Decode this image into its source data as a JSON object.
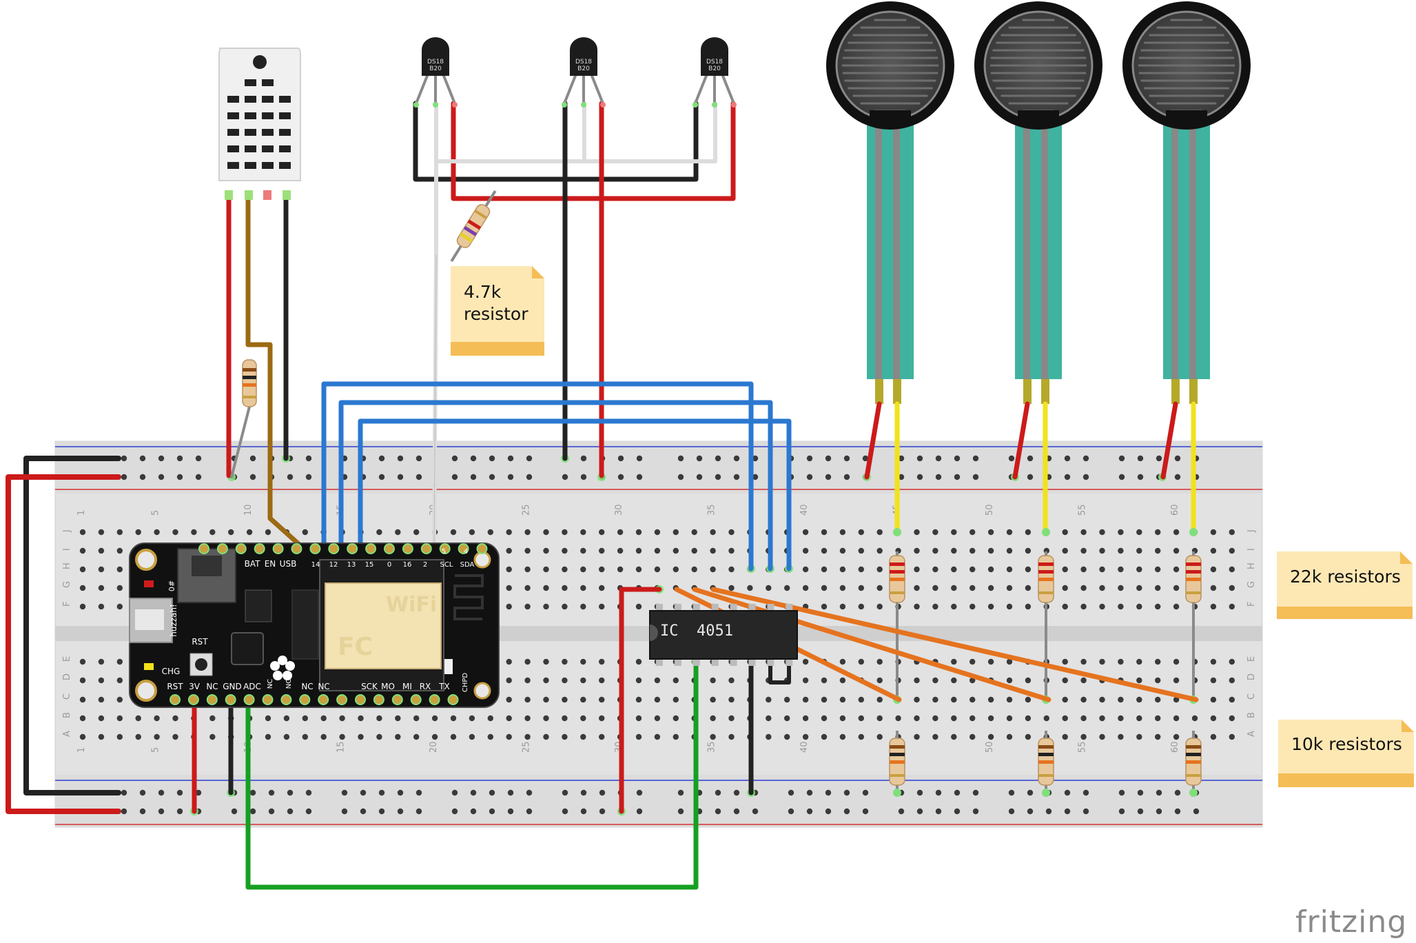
{
  "app": {
    "brand": "fritzing"
  },
  "labels": {
    "resistor_4k7_line1": "4.7k",
    "resistor_4k7_line2": "resistor",
    "resistors_22k": "22k resistors",
    "resistors_10k": "10k resistors"
  },
  "ic": {
    "name": "IC  4051"
  },
  "sensors": {
    "ds18b20_line1": "DS18",
    "ds18b20_line2": "B20"
  },
  "board": {
    "pins_top": [
      "BAT",
      "EN",
      "USB",
      "14",
      "12",
      "13",
      "15",
      "0",
      "16",
      "2",
      "SCL",
      "SDA"
    ],
    "pins_bottom": [
      "RST",
      "3V",
      "NC",
      "GND",
      "ADC",
      "NC",
      "NC",
      "NC",
      "NC",
      "SCK",
      "MO",
      "MI",
      "RX",
      "TX",
      "CHPD"
    ],
    "side_labels": [
      "#0",
      "huzzah!",
      "RST",
      "CHG"
    ],
    "pin_5": "5",
    "pin_4": "4"
  },
  "breadboard": {
    "col_numbers": [
      "1",
      "5",
      "10",
      "15",
      "20",
      "25",
      "30",
      "35",
      "40",
      "45",
      "50",
      "55",
      "60"
    ],
    "row_letters_top": [
      "J",
      "I",
      "H",
      "G",
      "F"
    ],
    "row_letters_bottom": [
      "E",
      "D",
      "C",
      "B",
      "A"
    ]
  },
  "colors": {
    "wire_red": "#cc1a1a",
    "wire_black": "#222222",
    "wire_blue": "#2b78d0",
    "wire_green": "#16a022",
    "wire_orange": "#e5731f",
    "wire_yellow": "#f2e21b",
    "wire_brown": "#9c6a12",
    "wire_white": "#dddddd",
    "note_fill": "#fde8b4",
    "note_band": "#f5bd55",
    "breadboard": "#e2e2e2"
  }
}
